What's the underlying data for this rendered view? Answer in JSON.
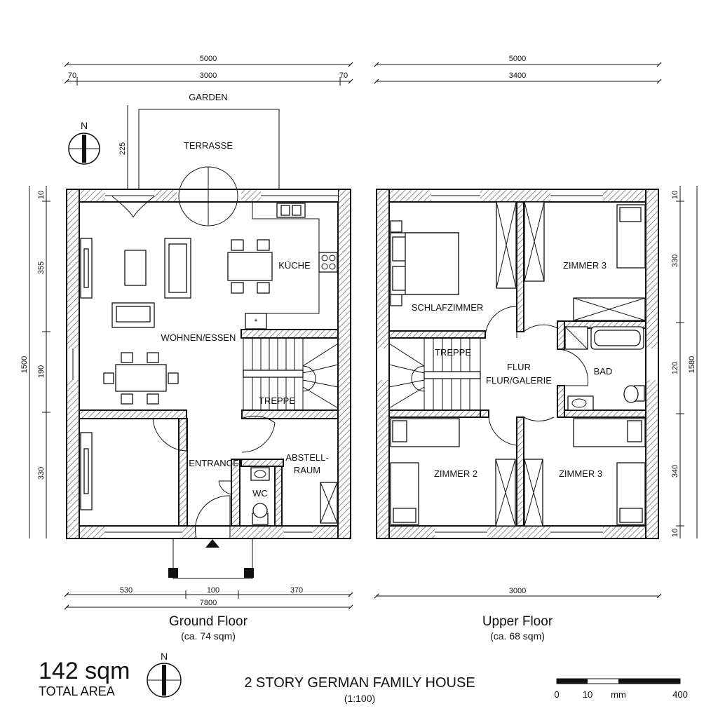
{
  "title": "2 STORY GERMAN FAMILY HOUSE",
  "scale": "(1:100)",
  "total": {
    "value": "142 sqm",
    "label": "TOTAL AREA"
  },
  "north": "N",
  "scalebar": {
    "start": "0",
    "mid": "10",
    "unit": "mm",
    "end": "400"
  },
  "ground": {
    "title": "Ground Floor",
    "area": "(ca. 74 sqm)",
    "dims": {
      "top_total": "5000",
      "top_left": "70",
      "top_mid": "3000",
      "top_right": "70",
      "terrace": "225",
      "left_total": "1500",
      "left_a": "10",
      "left_b": "355",
      "left_c": "190",
      "left_d": "330",
      "bottom_a": "530",
      "bottom_b": "100",
      "bottom_c": "370",
      "bottom_total": "7800"
    },
    "rooms": {
      "garden": "GARDEN",
      "terrace": "TERRASSE",
      "kitchen": "KÜCHE",
      "living": "WOHNEN/ESSEN",
      "stairs": "TREPPE",
      "entrance": "ENTRANCE",
      "storage_1": "ABSTELL-",
      "storage_2": "RAUM",
      "wc": "WC"
    }
  },
  "upper": {
    "title": "Upper Floor",
    "area": "(ca. 68 sqm)",
    "dims": {
      "top_total": "5000",
      "top_inner": "3400",
      "right_a": "10",
      "right_b": "330",
      "right_c": "120",
      "right_d": "340",
      "right_e": "10",
      "right_total": "1580",
      "bottom": "3000"
    },
    "rooms": {
      "bedroom": "SCHLAFZIMMER",
      "room3_top": "ZIMMER 3",
      "stairs": "TREPPE",
      "hall_1": "FLUR",
      "hall_2": "FLUR/GALERIE",
      "bath": "BAD",
      "room2": "ZIMMER 2",
      "room3_bottom": "ZIMMER 3"
    }
  }
}
